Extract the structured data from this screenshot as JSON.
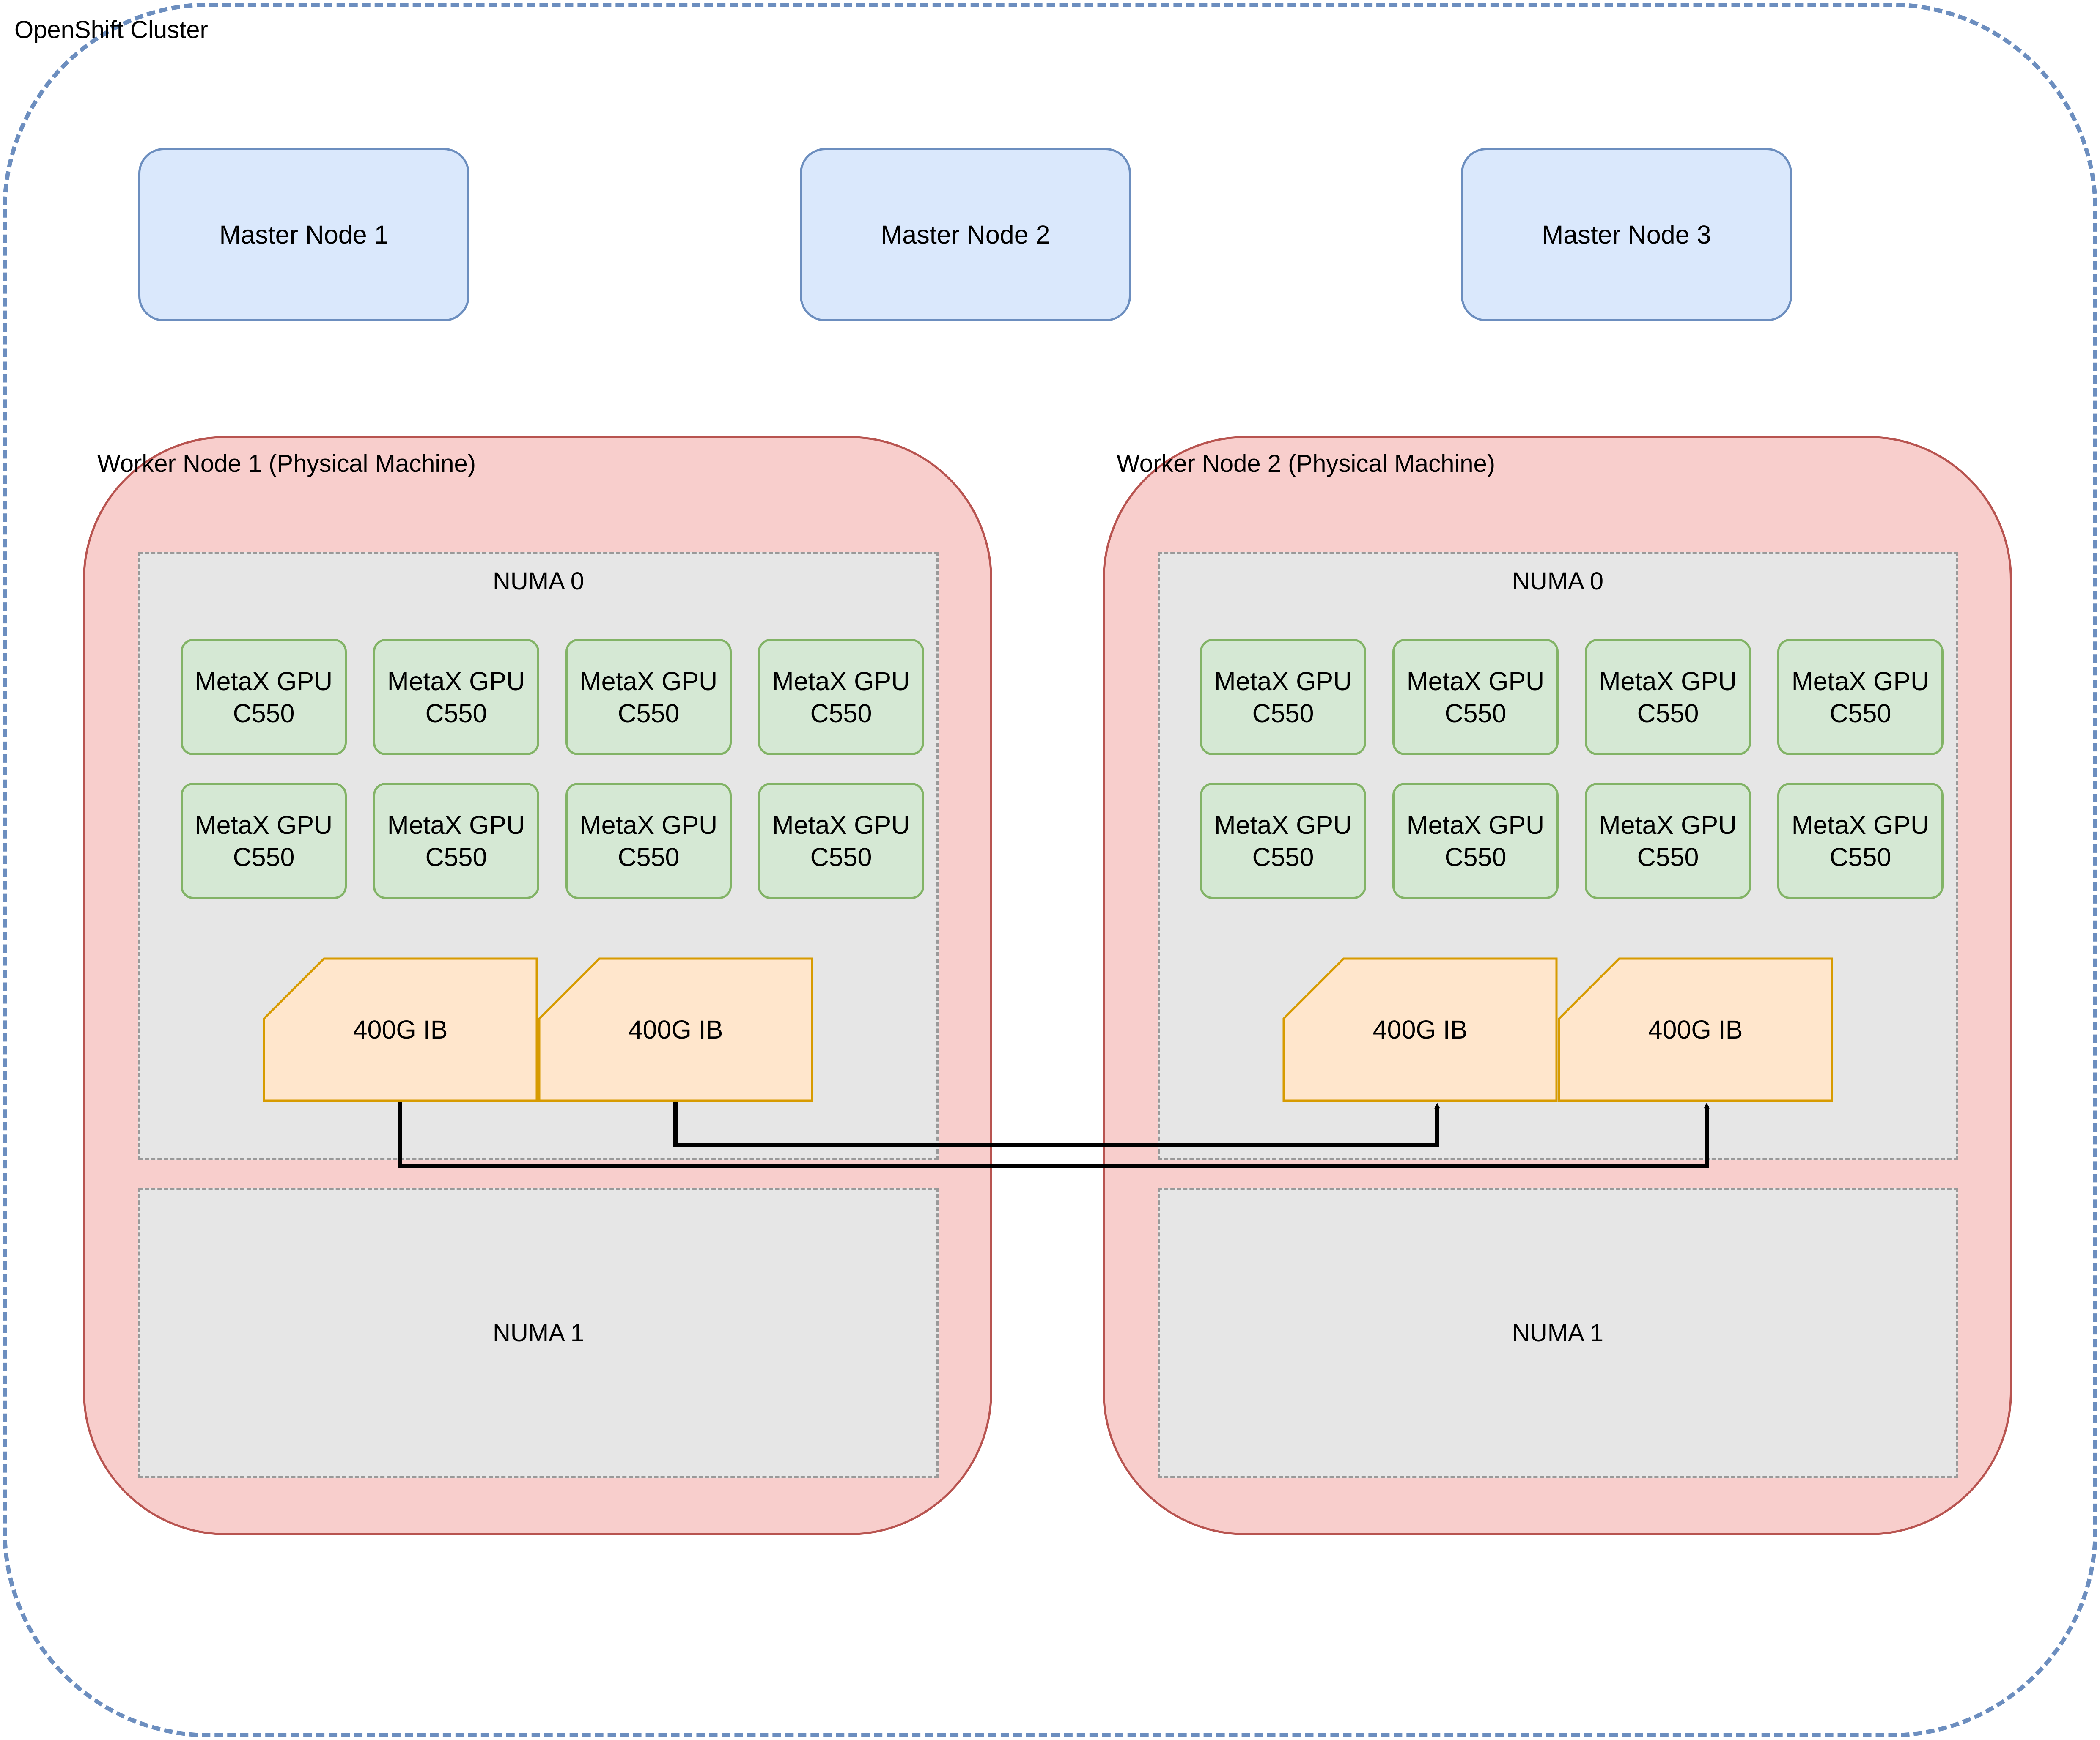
{
  "cluster": {
    "label": "OpenShift Cluster"
  },
  "masters": [
    {
      "label": "Master Node 1"
    },
    {
      "label": "Master Node 2"
    },
    {
      "label": "Master Node 3"
    }
  ],
  "workers": [
    {
      "label": "Worker Node 1 (Physical Machine)",
      "numa0": "NUMA 0",
      "numa1": "NUMA 1",
      "gpu_label": "MetaX GPU\nC550",
      "ib": [
        "400G IB",
        "400G IB"
      ]
    },
    {
      "label": "Worker Node 2 (Physical Machine)",
      "numa0": "NUMA 0",
      "numa1": "NUMA 1",
      "gpu_label": "MetaX GPU\nC550",
      "ib": [
        "400G IB",
        "400G IB"
      ]
    }
  ],
  "colors": {
    "cluster_border": "#6c8ebf",
    "master_fill": "#dae8fc",
    "worker_fill": "#f8cecc",
    "worker_border": "#b85450",
    "numa_fill": "#e6e6e6",
    "gpu_fill": "#d5e8d4",
    "gpu_border": "#82b366",
    "ib_fill": "#ffe6cc",
    "ib_border": "#d79b00"
  }
}
